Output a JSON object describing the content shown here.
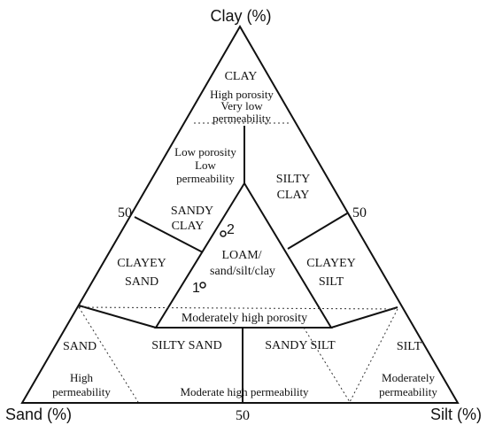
{
  "axes": {
    "top": "Clay (%)",
    "left": "Sand (%)",
    "right": "Silt (%)",
    "tick_left": "50",
    "tick_right": "50",
    "tick_bottom": "50"
  },
  "zones": {
    "clay": "CLAY",
    "silty_clay_1": "SILTY",
    "silty_clay_2": "CLAY",
    "sandy_clay_1": "SANDY",
    "sandy_clay_2": "CLAY",
    "clayey_sand_1": "CLAYEY",
    "clayey_sand_2": "SAND",
    "clayey_silt_1": "CLAYEY",
    "clayey_silt_2": "SILT",
    "loam_1": "LOAM/",
    "loam_2": "sand/silt/clay",
    "sand": "SAND",
    "silty_sand": "SILTY SAND",
    "sandy_silt": "SANDY SILT",
    "silt": "SILT"
  },
  "notes": {
    "high_porosity": "High porosity",
    "very_low_1": "Very low",
    "very_low_2": "permeability",
    "low_porosity": "Low porosity",
    "low": "Low",
    "low_perm": "permeability",
    "mod_high_porosity": "Moderately high porosity",
    "high_1": "High",
    "high_2": "permeability",
    "mod_high_perm": "Moderate high permeability",
    "moderately_1": "Moderately",
    "moderately_2": "permeability"
  },
  "samples": [
    {
      "label": "2"
    },
    {
      "label": "1"
    }
  ]
}
